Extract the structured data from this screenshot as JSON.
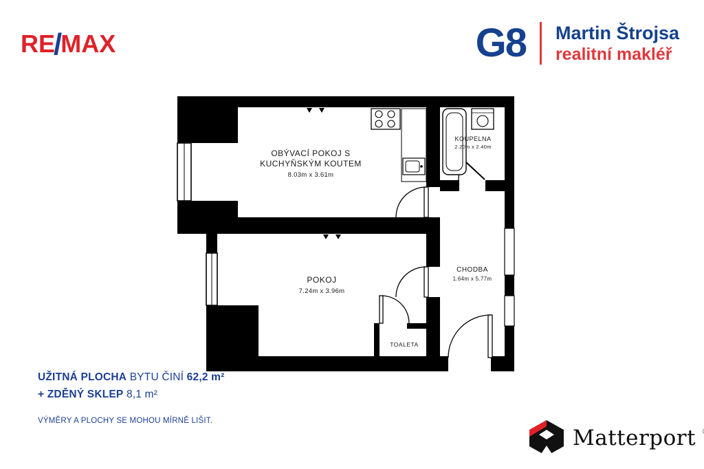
{
  "colors": {
    "remax_red": "#e02128",
    "brand_blue": "#15418e",
    "brand_red": "#e0383c",
    "text_blue": "#1c3f94",
    "wall_black": "#000000"
  },
  "header": {
    "remax": {
      "re": "RE",
      "slash": "/",
      "max": "MAX"
    },
    "agency": {
      "logo": "G8",
      "name": "Martin Štrojsa",
      "role": "realitní makléř"
    }
  },
  "floorplan": {
    "living": {
      "line1": "OBÝVACÍ POKOJ S",
      "line2": "KUCHYŇSKÝM KOUTEM",
      "dims": "8.03m x 3.61m"
    },
    "bathroom": {
      "name": "KOUPELNA",
      "dims": "2.20m x 2.40m"
    },
    "hall": {
      "name": "CHODBA",
      "dims": "1.64m x 5.77m"
    },
    "room": {
      "name": "POKOJ",
      "dims": "7.24m x 3.96m"
    },
    "toilet": {
      "name": "TOALETA"
    },
    "icons": [
      "stove-icon",
      "sink-icon",
      "bathtub-icon",
      "washing-machine-icon",
      "window",
      "door-arc"
    ]
  },
  "summary": {
    "area_label": "UŽITNÁ PLOCHA",
    "area_mid": "BYTU ČINÍ",
    "area_value": "62,2 m²",
    "cellar_label": "+ ZDĚNÝ SKLEP",
    "cellar_value": "8,1 m²",
    "disclaimer": "VÝMĚRY A PLOCHY SE MOHOU MÍRNĚ LIŠIT."
  },
  "footer": {
    "wordmark": "Matterport",
    "reg": "®"
  }
}
